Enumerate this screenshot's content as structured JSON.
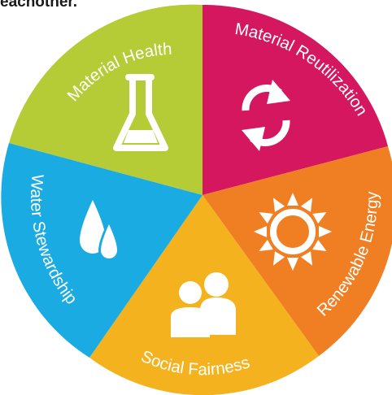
{
  "top_fragment": "eachother.",
  "segments": [
    {
      "key": "material-health",
      "label": "Material Health",
      "color": "#b5cc36",
      "icon": "flask-icon"
    },
    {
      "key": "material-reutilization",
      "label": "Material Reutilization",
      "color": "#d4175f",
      "icon": "recycle-arrows-icon"
    },
    {
      "key": "renewable-energy",
      "label": "Renewable Energy",
      "color": "#f07f23",
      "icon": "sun-icon"
    },
    {
      "key": "social-fairness",
      "label": "Social Fairness",
      "color": "#f5b21f",
      "icon": "people-icon"
    },
    {
      "key": "water-stewardship",
      "label": "Water Stewardship",
      "color": "#1aabe2",
      "icon": "water-drops-icon"
    }
  ]
}
